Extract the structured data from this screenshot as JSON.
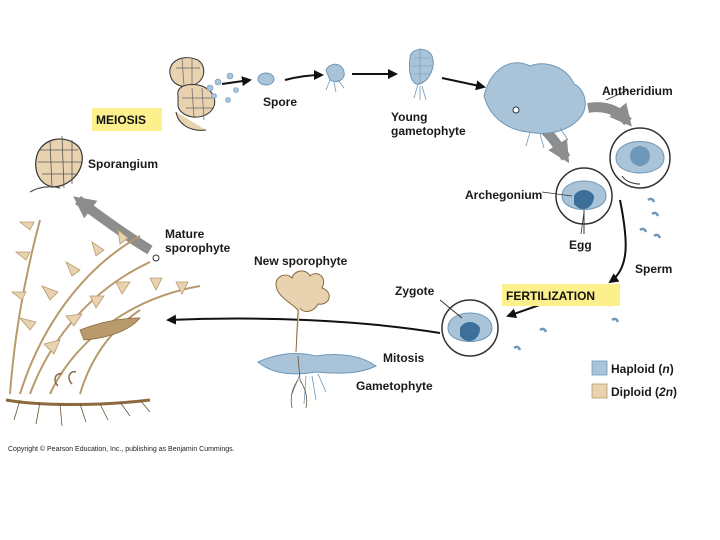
{
  "labels": {
    "spore": "Spore",
    "young_gametophyte_1": "Young",
    "young_gametophyte_2": "gametophyte",
    "antheridium": "Antheridium",
    "archegonium": "Archegonium",
    "egg": "Egg",
    "sperm": "Sperm",
    "fertilization": "FERTILIZATION",
    "zygote": "Zygote",
    "mitosis": "Mitosis",
    "gametophyte": "Gametophyte",
    "new_sporophyte": "New sporophyte",
    "mature_sporophyte_1": "Mature",
    "mature_sporophyte_2": "sporophyte",
    "sporangium": "Sporangium",
    "meiosis": "MEIOSIS"
  },
  "legend": {
    "haploid": "Haploid",
    "haploid_n": "n",
    "diploid": "Diploid",
    "diploid_n": "2n"
  },
  "copyright": "Copyright © Pearson Education, Inc., publishing as Benjamin Cummings.",
  "colors": {
    "haploid": "#a9c4d8",
    "haploid_dark": "#6f97b8",
    "diploid": "#e8d2b0",
    "diploid_dark": "#b89a6c",
    "banner": "#fbf08c",
    "arrow_black": "#111111",
    "arrow_gray": "#8d8d8d"
  }
}
